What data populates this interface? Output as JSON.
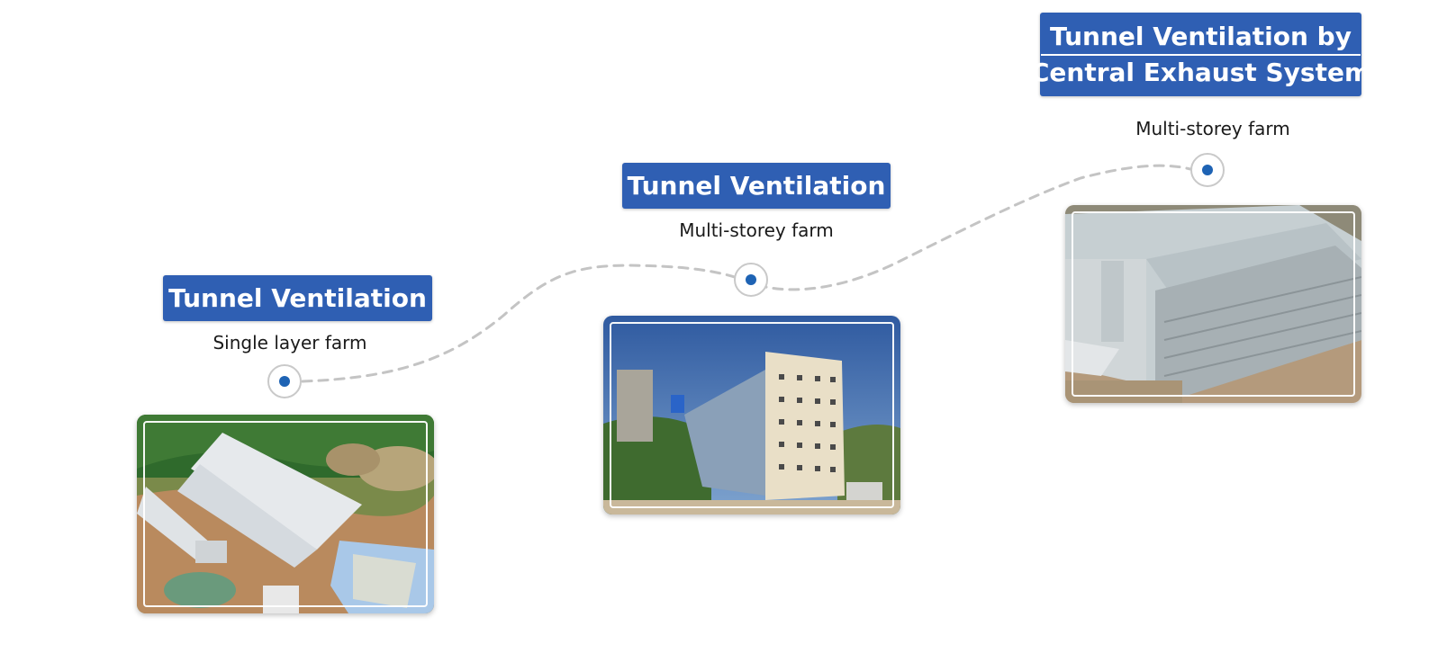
{
  "stages": [
    {
      "title_lines": [
        "Tunnel Ventilation"
      ],
      "subtitle": "Single layer farm",
      "photo_icon": "aerial-farm-photo"
    },
    {
      "title_lines": [
        "Tunnel Ventilation"
      ],
      "subtitle": "Multi-storey farm",
      "photo_icon": "multi-storey-building-photo"
    },
    {
      "title_lines": [
        "Tunnel Ventilation by",
        "Central Exhaust System"
      ],
      "subtitle": "Multi-storey farm",
      "photo_icon": "central-exhaust-building-photo"
    }
  ],
  "colors": {
    "badge": "#2f5fb3",
    "dot": "#1e63b4",
    "path": "#c4c4c4",
    "node_ring": "#c9c9c9"
  }
}
